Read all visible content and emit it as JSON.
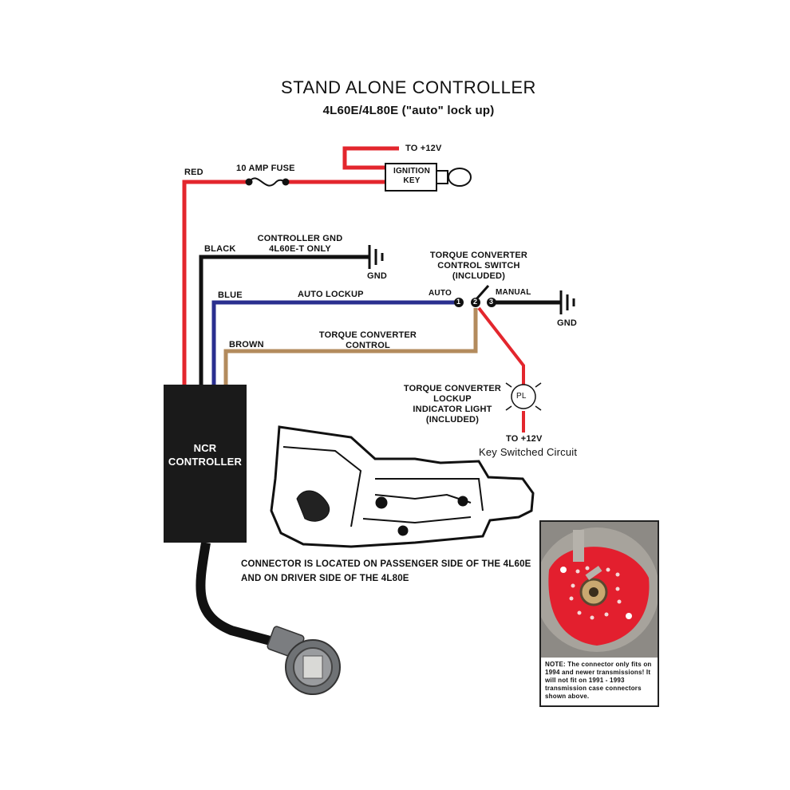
{
  "header": {
    "title": "STAND ALONE CONTROLLER",
    "subtitle": "4L60E/4L80E (\"auto\" lock up)"
  },
  "power": {
    "to_12v_top": "TO +12V",
    "fuse_label": "10 AMP FUSE",
    "ignition_key": "IGNITION\nKEY",
    "wire_red": "RED"
  },
  "ground": {
    "wire_black": "BLACK",
    "controller_gnd": "CONTROLLER GND\n4L60E-T ONLY",
    "gnd_1": "GND",
    "gnd_2": "GND"
  },
  "switch": {
    "label": "TORQUE CONVERTER\nCONTROL SWITCH\n(INCLUDED)",
    "auto": "AUTO",
    "manual": "MANUAL",
    "pin1": "1",
    "pin2": "2",
    "pin3": "3"
  },
  "wires": {
    "blue": "BLUE",
    "auto_lockup": "AUTO LOCKUP",
    "brown": "BROWN",
    "tcc": "TORQUE CONVERTER\nCONTROL"
  },
  "indicator": {
    "label": "TORQUE CONVERTER\nLOCKUP\nINDICATOR LIGHT\n(INCLUDED)",
    "lamp": "PL",
    "to_12v": "TO +12V",
    "key_switched": "Key Switched Circuit"
  },
  "controller": {
    "label": "NCR\nCONTROLLER"
  },
  "connector_note": "CONNECTOR IS LOCATED ON PASSENGER SIDE OF THE 4L60E\nAND ON DRIVER SIDE OF THE 4L80E",
  "photo_note": "NOTE: The connector only fits on 1994 and newer transmissions! It will not fit on 1991 - 1993 transmission case connectors shown above.",
  "colors": {
    "red": "#e3262d",
    "black": "#111111",
    "blue": "#2a2f8f",
    "brown": "#b38b5d"
  }
}
